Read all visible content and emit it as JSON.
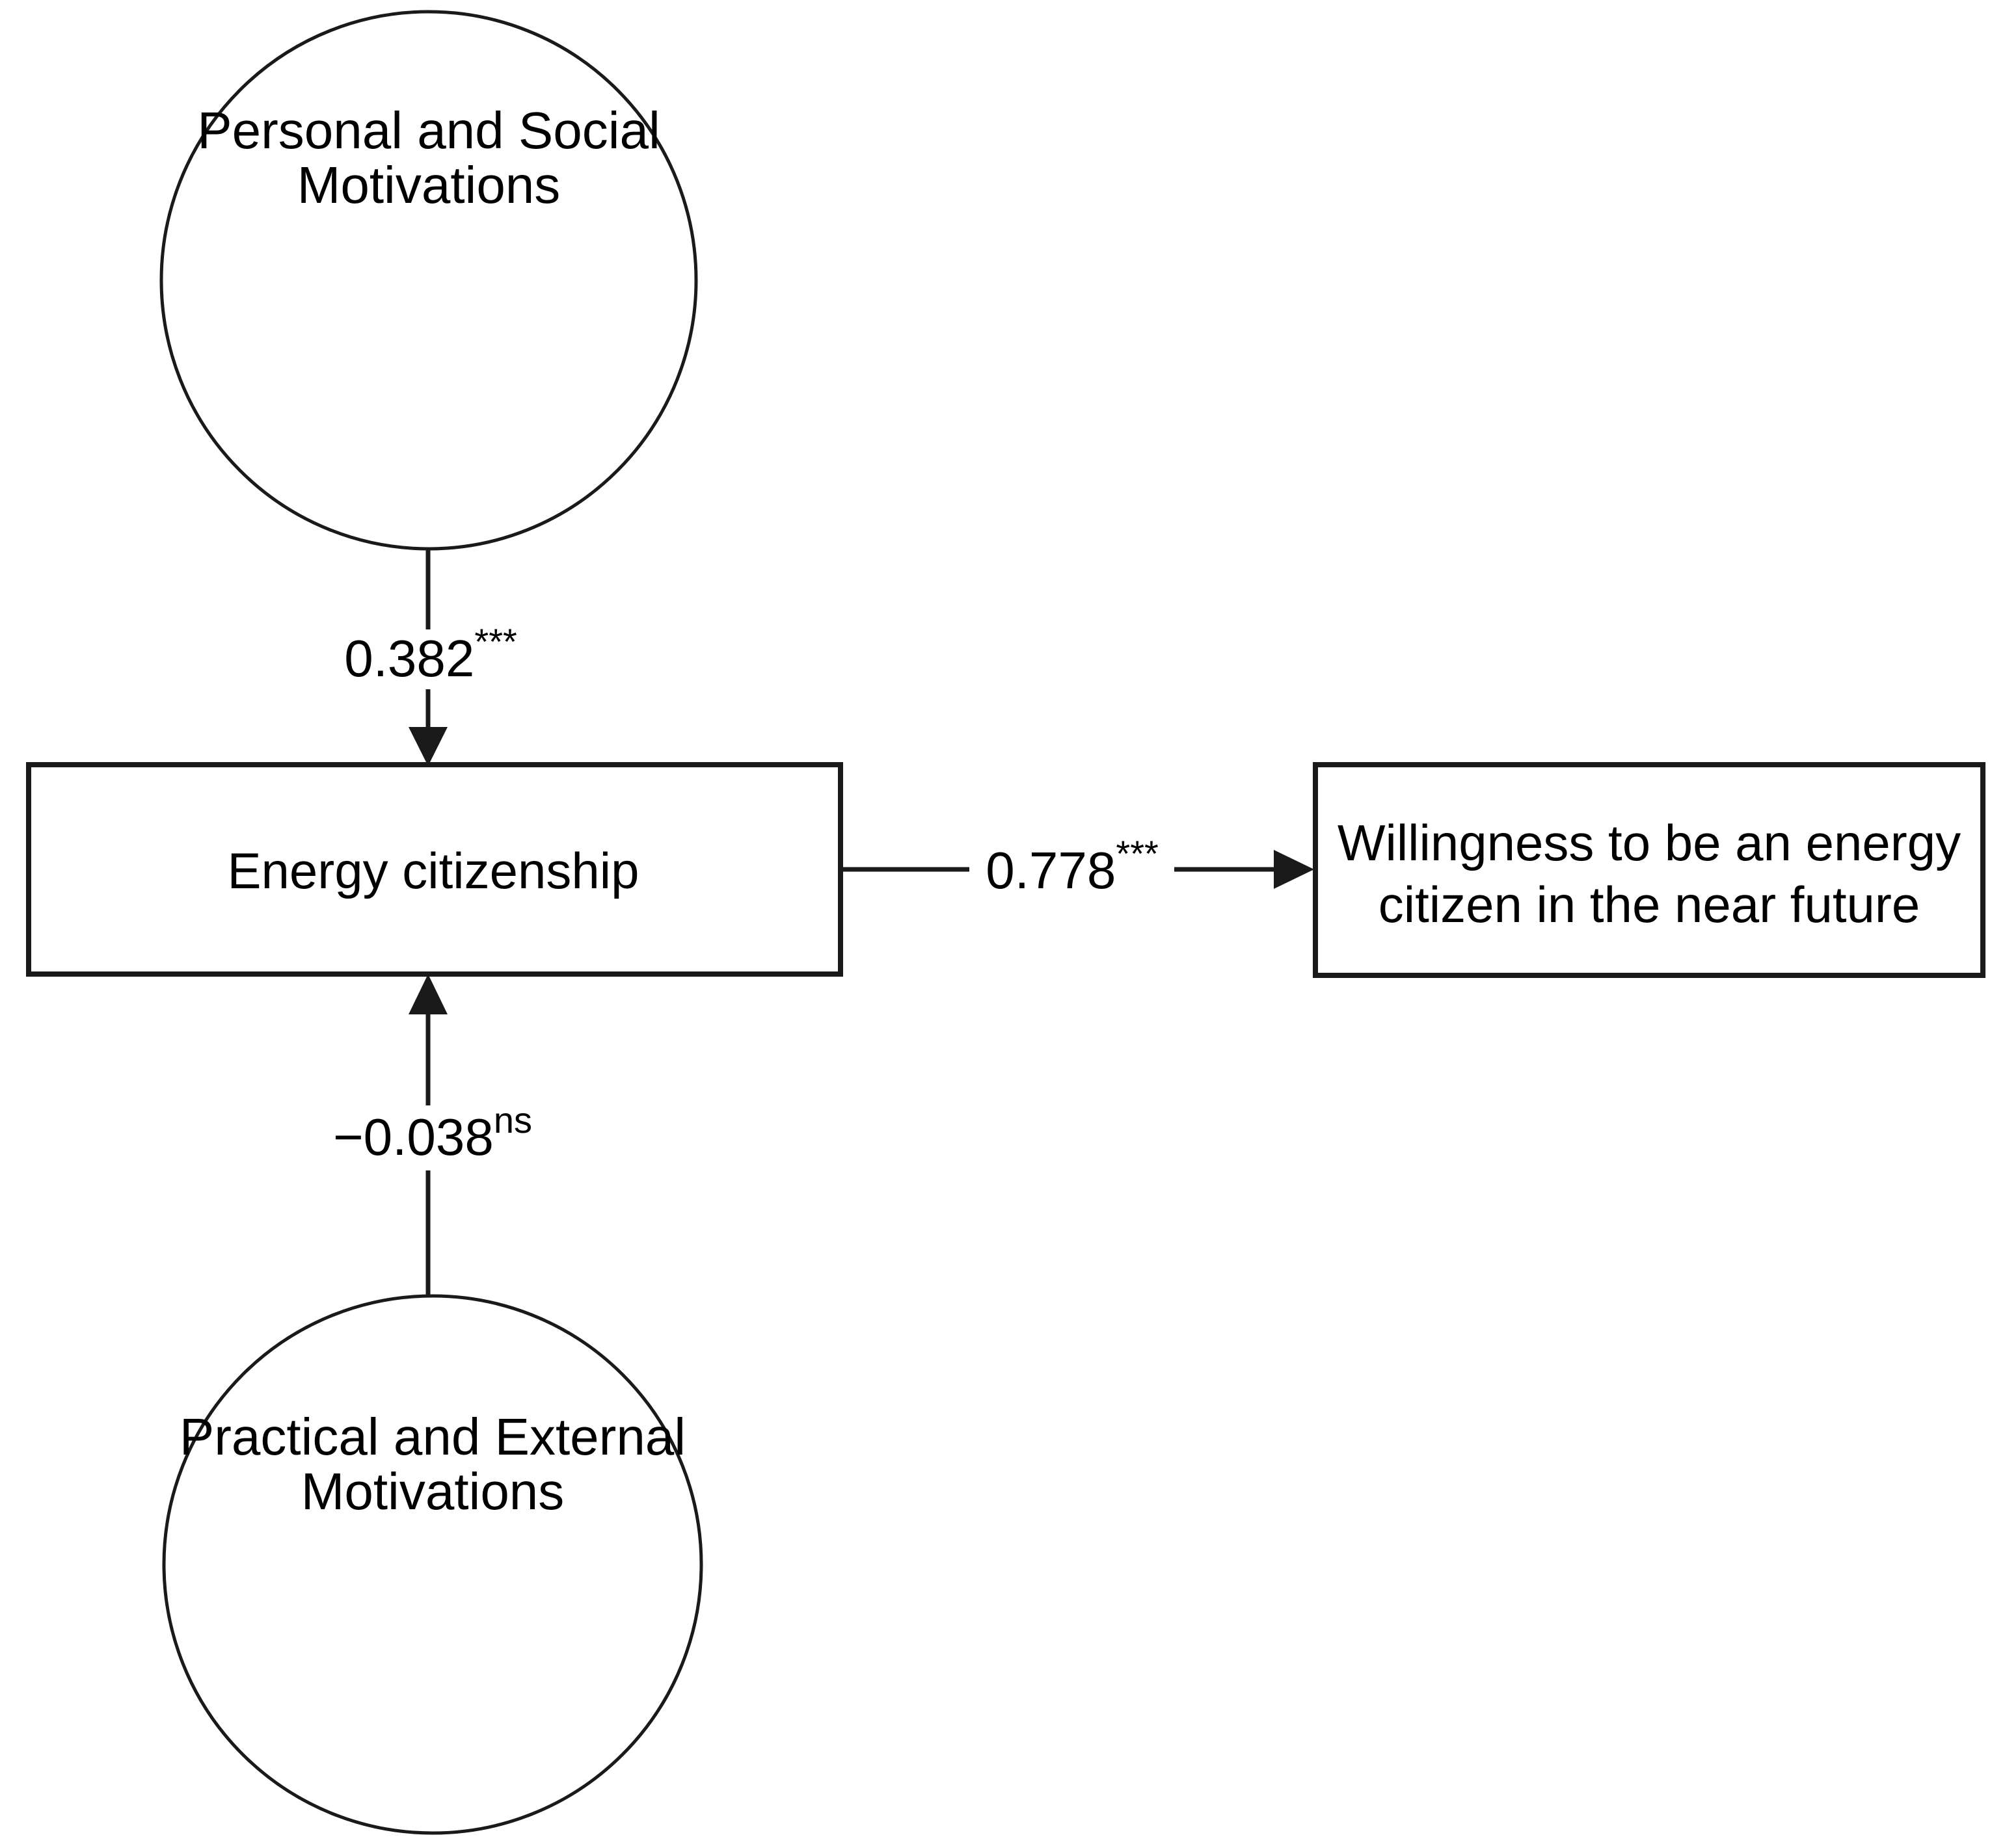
{
  "diagram": {
    "type": "path-model",
    "background_color": "#ffffff",
    "line_color": "#1a1a1a",
    "text_color": "#000000",
    "nodes": [
      {
        "id": "personal-social-motivations",
        "shape": "circle",
        "label_line1": "Personal and Social",
        "label_line2": "Motivations"
      },
      {
        "id": "practical-external-motivations",
        "shape": "circle",
        "label_line1": "Practical and External",
        "label_line2": "Motivations"
      },
      {
        "id": "energy-citizenship",
        "shape": "rectangle",
        "label_line1": "Energy citizenship",
        "label_line2": ""
      },
      {
        "id": "willingness-future",
        "shape": "rectangle",
        "label_line1": "Willingness to be an energy",
        "label_line2": "citizen in the near future"
      }
    ],
    "edges": [
      {
        "id": "psm-to-ec",
        "from": "personal-social-motivations",
        "to": "energy-citizenship",
        "coefficient": "0.382",
        "significance": "***",
        "direction": "down"
      },
      {
        "id": "pem-to-ec",
        "from": "practical-external-motivations",
        "to": "energy-citizenship",
        "coefficient": "−0.038",
        "significance": "ns",
        "direction": "up"
      },
      {
        "id": "ec-to-willingness",
        "from": "energy-citizenship",
        "to": "willingness-future",
        "coefficient": "0.778",
        "significance": "***",
        "direction": "right"
      }
    ]
  }
}
